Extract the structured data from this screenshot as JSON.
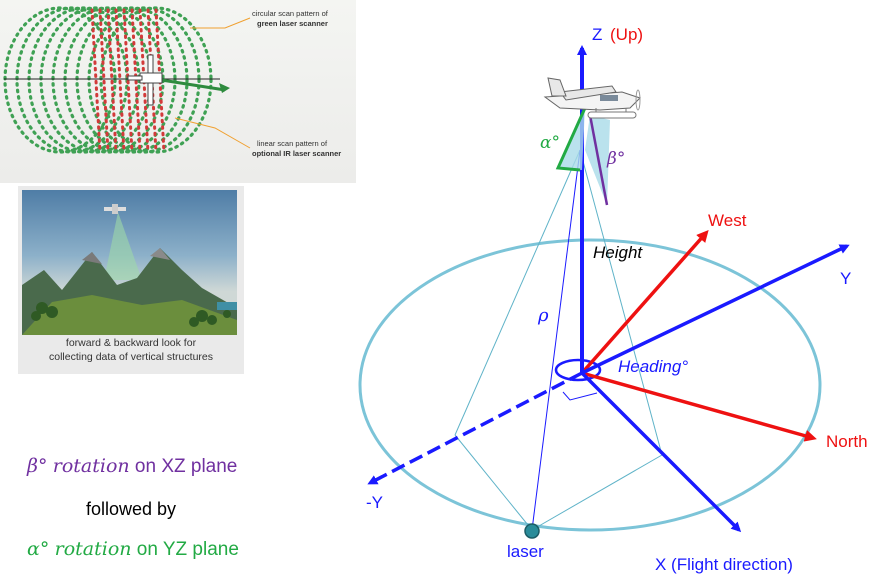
{
  "scan_panel": {
    "circular_caption_line1": "circular scan pattern of",
    "circular_caption_line2": "green laser scanner",
    "linear_caption_line1": "linear scan pattern of",
    "linear_caption_line2": "optional IR laser scanner"
  },
  "terrain_panel": {
    "caption_line1": "forward & backward look for",
    "caption_line2": "collecting data of vertical structures"
  },
  "rotation_notes": {
    "beta_symbol": "β°",
    "beta_rotation": "rotation",
    "beta_plane": " on XZ plane",
    "followed_by": "followed by",
    "alpha_symbol": "α°",
    "alpha_rotation": "rotation",
    "alpha_plane": " on YZ plane"
  },
  "diagram": {
    "z_axis": "Z",
    "z_up": "(Up)",
    "y_axis": "Y",
    "neg_y_axis": "-Y",
    "x_axis": "X (Flight direction)",
    "west": "West",
    "north": "North",
    "height": "Height",
    "heading": "Heading°",
    "rho": "ρ",
    "alpha": "α°",
    "beta": "β°",
    "laser": "laser"
  },
  "colors": {
    "axis_blue": "#1a1aff",
    "compass_red": "#ee1111",
    "ellipse_cyan": "#7cc4d8",
    "alpha_green": "#22aa44",
    "beta_purple": "#7030a0",
    "laser_dot": "#2a8c9a"
  },
  "icons": [
    "airplane-icon",
    "laser-point-icon"
  ]
}
